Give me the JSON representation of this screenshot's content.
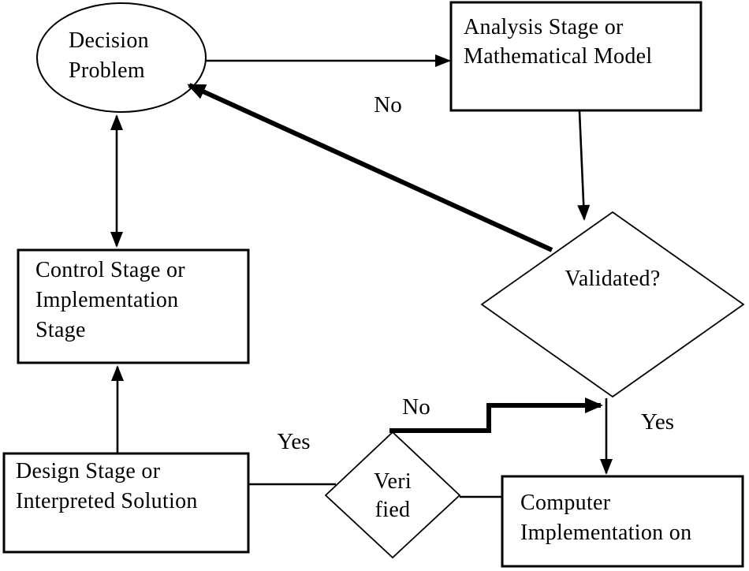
{
  "diagram": {
    "type": "flowchart",
    "background_color": "#ffffff",
    "stroke_color": "#000000",
    "text_color": "#000000",
    "nodes": {
      "decision_problem": {
        "shape": "ellipse",
        "label": "Decision\nProblem"
      },
      "analysis_stage": {
        "shape": "rectangle",
        "label": "Analysis Stage or\nMathematical Model"
      },
      "validated": {
        "shape": "diamond",
        "label": "Validated?"
      },
      "control_stage": {
        "shape": "rectangle",
        "label": "Control Stage or\nImplementation\nStage"
      },
      "design_stage": {
        "shape": "rectangle",
        "label": "Design Stage or\nInterpreted Solution"
      },
      "verified": {
        "shape": "diamond",
        "label": "Veri\nfied"
      },
      "computer_implementation": {
        "shape": "rectangle",
        "label": "Computer\nImplementation on"
      }
    },
    "edge_labels": {
      "validated_no": "No",
      "validated_yes": "Yes",
      "verified_no": "No",
      "verified_yes": "Yes"
    }
  }
}
